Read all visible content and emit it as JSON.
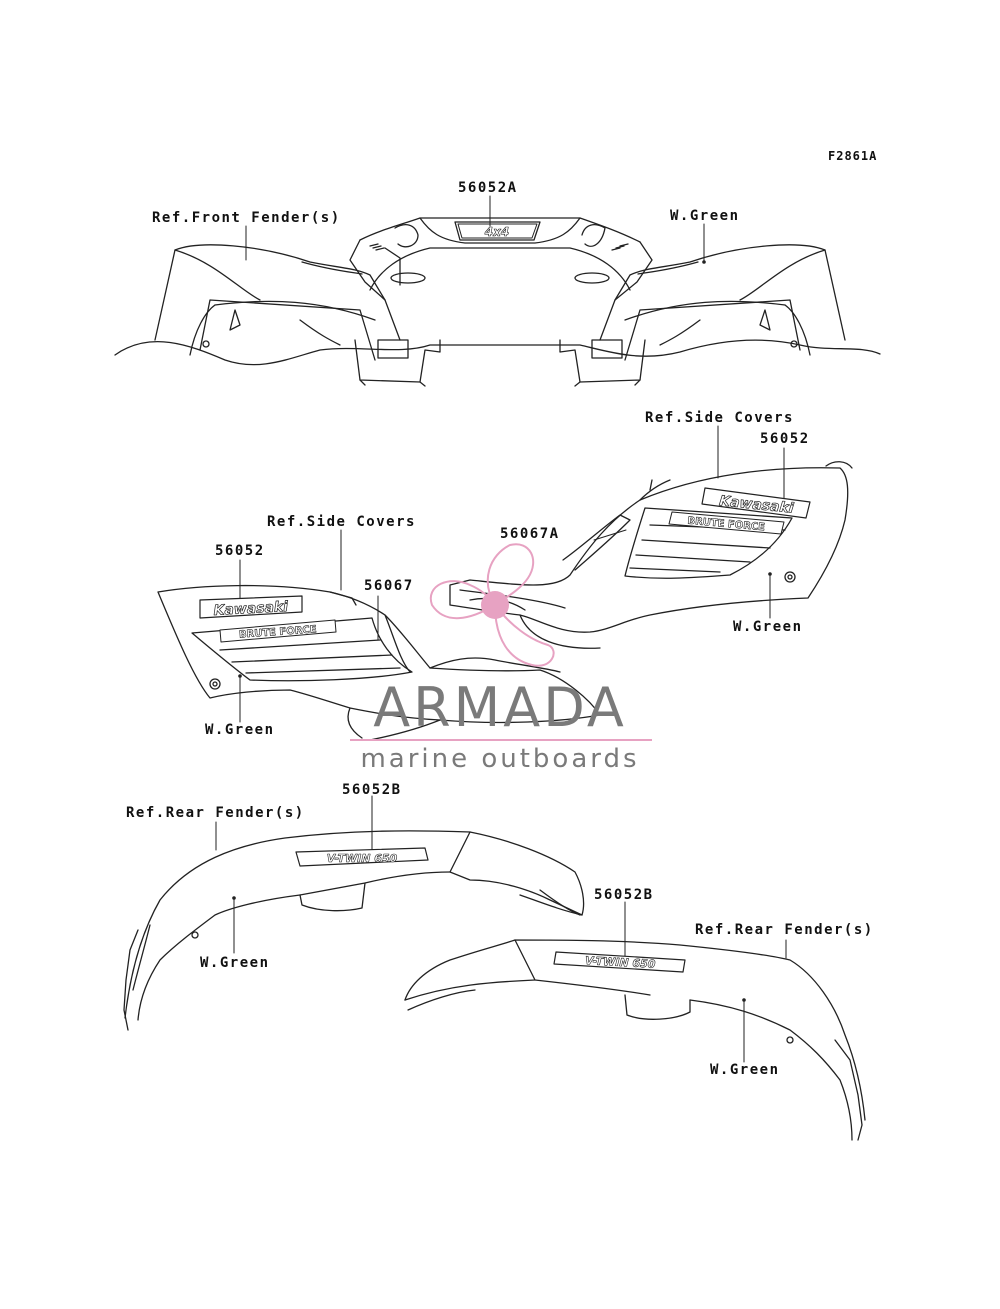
{
  "figure_code": "F2861A",
  "labels": {
    "front_part": "56052A",
    "front_ref": "Ref.Front Fender(s)",
    "front_color": "W.Green",
    "right_cover_ref": "Ref.Side Covers",
    "right_cover_part": "56052",
    "right_cover_part2": "56067A",
    "right_cover_color": "W.Green",
    "left_cover_ref": "Ref.Side Covers",
    "left_cover_part": "56052",
    "left_cover_part2": "56067",
    "left_cover_color": "W.Green",
    "rear_left_part": "56052B",
    "rear_left_ref": "Ref.Rear Fender(s)",
    "rear_left_color": "W.Green",
    "rear_right_part": "56052B",
    "rear_right_ref": "Ref.Rear Fender(s)",
    "rear_right_color": "W.Green"
  },
  "decals": {
    "badge_4x4": "4x4",
    "brand": "Kawasaki",
    "model": "BRUTE FORCE",
    "engine": "V-TWIN 650"
  },
  "watermark": {
    "title": "ARMADA",
    "subtitle": "marine outboards",
    "accent_color": "#e7a2c2",
    "text_color": "#7a7a7a"
  }
}
